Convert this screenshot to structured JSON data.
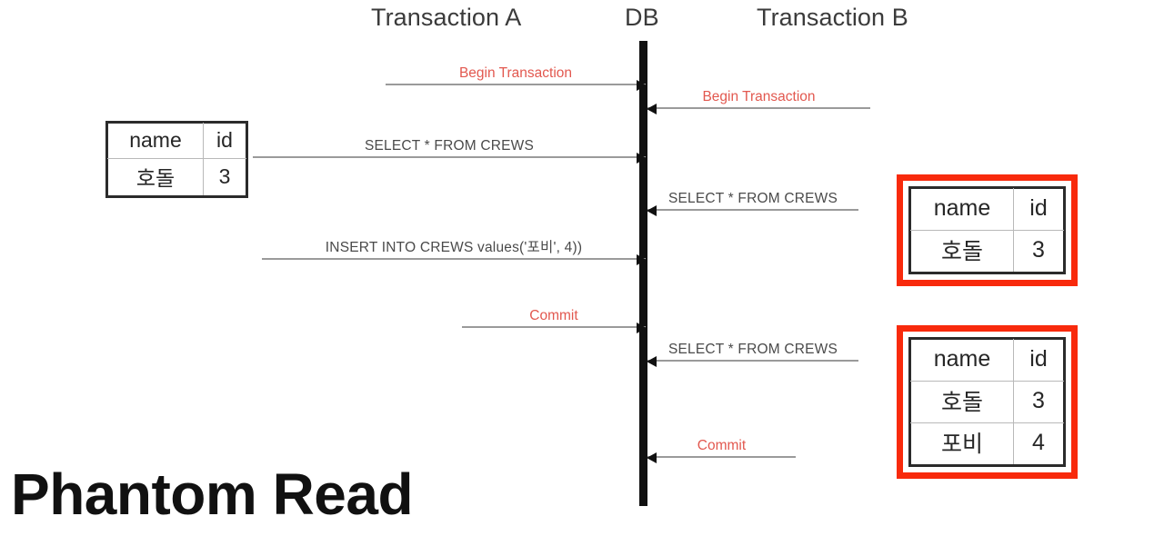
{
  "diagram": {
    "caption": "Phantom Read",
    "columns": {
      "transaction_a": "Transaction A",
      "database": "DB",
      "transaction_b": "Transaction B"
    },
    "colors": {
      "highlight_border": "#f82a0c",
      "message_accent": "#e2584f",
      "message_plain": "#4a4a4a",
      "lifeline": "#111111"
    },
    "messages": [
      {
        "id": "begin-a",
        "label": "Begin Transaction",
        "from": "Transaction A",
        "to": "DB",
        "direction": "right",
        "style": "red"
      },
      {
        "id": "begin-b",
        "label": "Begin Transaction",
        "from": "Transaction B",
        "to": "DB",
        "direction": "left",
        "style": "red"
      },
      {
        "id": "select-a",
        "label": "SELECT * FROM CREWS",
        "from": "Transaction A",
        "to": "DB",
        "direction": "right",
        "style": "dark"
      },
      {
        "id": "select-b1",
        "label": "SELECT * FROM CREWS",
        "from": "Transaction B",
        "to": "DB",
        "direction": "left",
        "style": "dark"
      },
      {
        "id": "insert-a",
        "label": "INSERT INTO CREWS values('포비', 4))",
        "from": "Transaction A",
        "to": "DB",
        "direction": "right",
        "style": "dark"
      },
      {
        "id": "commit-a",
        "label": "Commit",
        "from": "Transaction A",
        "to": "DB",
        "direction": "right",
        "style": "red"
      },
      {
        "id": "select-b2",
        "label": "SELECT * FROM CREWS",
        "from": "Transaction B",
        "to": "DB",
        "direction": "left",
        "style": "dark"
      },
      {
        "id": "commit-b",
        "label": "Commit",
        "from": "Transaction B",
        "to": "DB",
        "direction": "left",
        "style": "red"
      }
    ],
    "result_sets": {
      "table_a": {
        "headers": [
          "name",
          "id"
        ],
        "rows": [
          [
            "호돌",
            "3"
          ]
        ],
        "highlighted": false
      },
      "table_b1": {
        "headers": [
          "name",
          "id"
        ],
        "rows": [
          [
            "호돌",
            "3"
          ]
        ],
        "highlighted": true
      },
      "table_b2": {
        "headers": [
          "name",
          "id"
        ],
        "rows": [
          [
            "호돌",
            "3"
          ],
          [
            "포비",
            "4"
          ]
        ],
        "highlighted": true
      }
    }
  }
}
